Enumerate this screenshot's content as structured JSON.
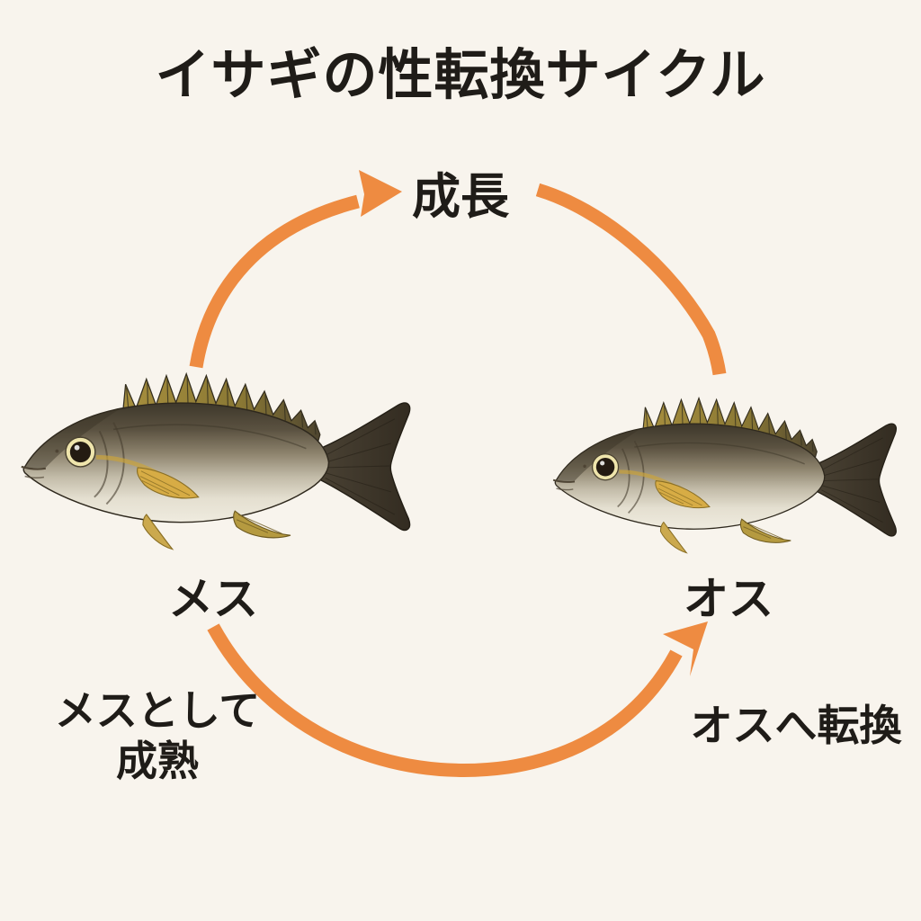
{
  "title": "イサギの性転換サイクル",
  "cycle": {
    "top_label": "成長",
    "left_fish_label": "メス",
    "right_fish_label": "オス",
    "bottom_left_label_line1": "メスとして",
    "bottom_left_label_line2": "成熟",
    "bottom_right_label": "オスへ転換"
  },
  "icons": {
    "left_fish": "female-fish-icon",
    "right_fish": "male-fish-icon",
    "arrows": "cycle-arc-arrows"
  },
  "colors": {
    "background": "#F8F4ED",
    "text": "#1F1C18",
    "arrow": "#EE8B41"
  }
}
